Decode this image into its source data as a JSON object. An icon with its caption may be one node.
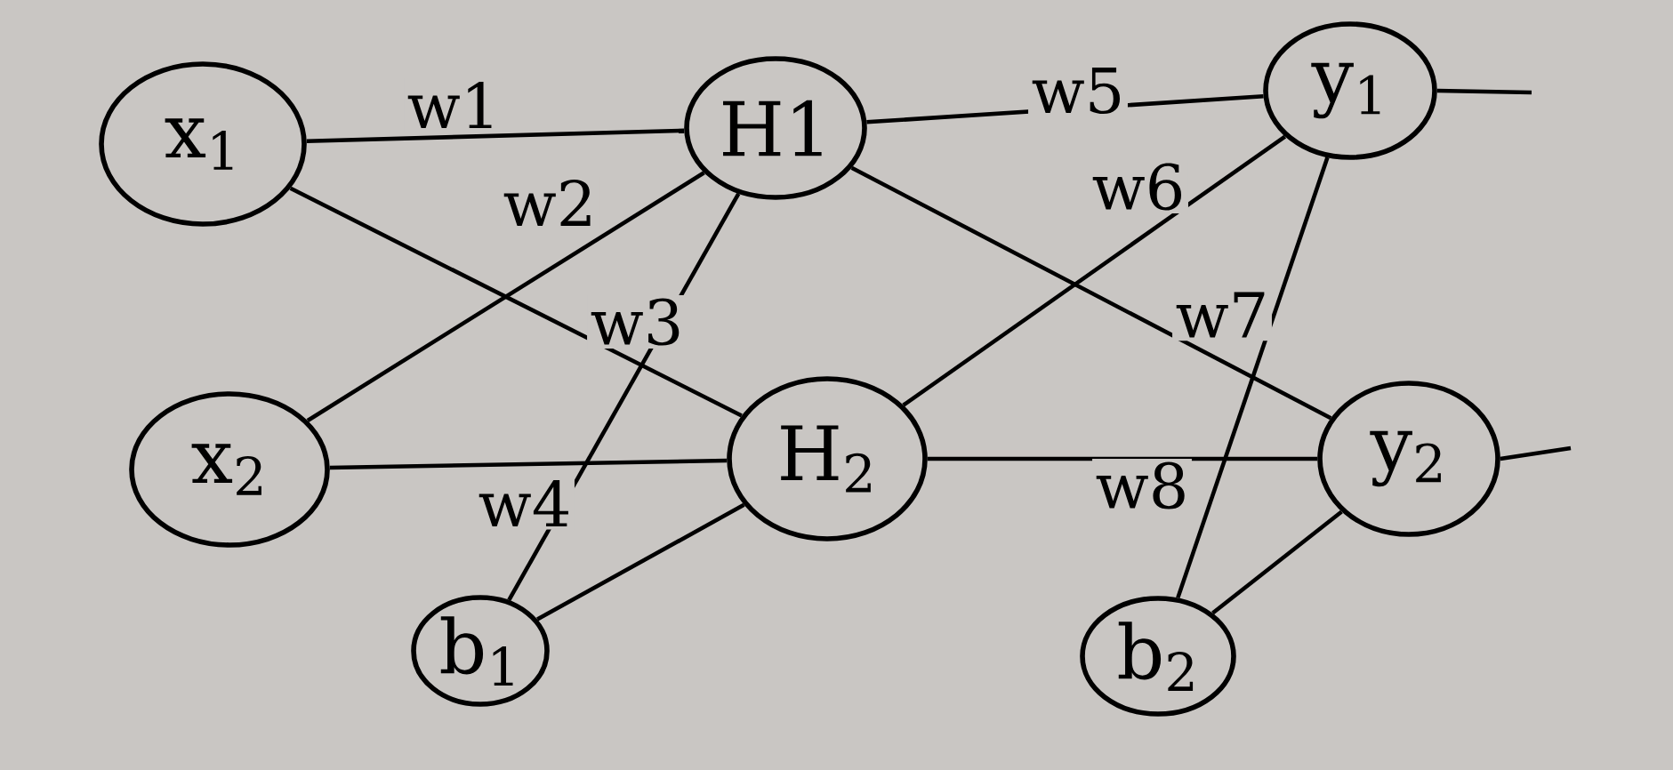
{
  "diagram": {
    "nodes": [
      {
        "text": [
          "x$_{1}$"
        ]
      },
      {
        "text": [
          "H1"
        ]
      },
      {
        "text": [
          "y$_{1}$"
        ]
      },
      {
        "text": [
          "x$_{2}$"
        ]
      },
      {
        "text": [
          "H$_{2}$"
        ]
      },
      {
        "text": [
          "y$_{2}$"
        ]
      },
      {
        "text": [
          "b$_{1}$"
        ]
      },
      {
        "text": [
          "b$_{2}$"
        ]
      }
    ],
    "edges": [
      {
        "from": 0,
        "to": 1,
        "arrow": "none",
        "label": "w1"
      },
      {
        "from": 3,
        "to": 1,
        "arrow": "none",
        "label": "w2"
      },
      {
        "from": 0,
        "to": 4,
        "arrow": "none",
        "label": "w3"
      },
      {
        "from": 3,
        "to": 4,
        "arrow": "none",
        "label": "w4"
      },
      {
        "from": 1,
        "to": 2,
        "arrow": "none",
        "label": "w5"
      },
      {
        "from": 2,
        "to": 4,
        "arrow": "none",
        "label": "w6"
      },
      {
        "from": 1,
        "to": 5,
        "arrow": "none",
        "label": "w7"
      },
      {
        "from": 5,
        "to": 4,
        "arrow": "none",
        "label": "w8"
      },
      {
        "from": 6,
        "to": 1,
        "arrow": "none"
      },
      {
        "from": 6,
        "to": 4,
        "arrow": "none"
      },
      {
        "from": 7,
        "to": 2,
        "arrow": "none"
      },
      {
        "from": 7,
        "to": 5,
        "arrow": "none"
      },
      {
        "from": 2,
        "to": null,
        "arrow": "none"
      },
      {
        "from": 5,
        "to": null,
        "arrow": "none"
      }
    ]
  }
}
